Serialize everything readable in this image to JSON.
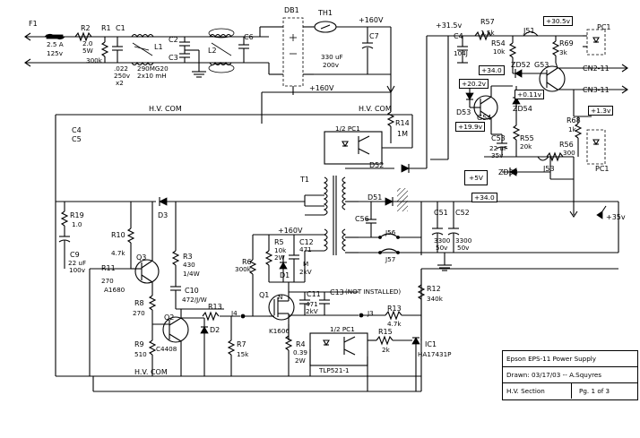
{
  "labels": {
    "f1": "F1",
    "f1_val": "2.5 A",
    "f1_v": "125v",
    "r2": "R2",
    "r2_val": "2.0",
    "r2_w": "5W",
    "r1": "R1",
    "r1_val": "300k",
    "c1": "C1",
    "c1_val": ".022",
    "c1_v": "250v",
    "c1_x": "x2",
    "l1": "L1",
    "l1_val": "290MG20",
    "l1_val2": "2x10 mH",
    "c2": "C2",
    "c3": "C3",
    "l2": "L2",
    "c6": "C6",
    "db1": "DB1",
    "th1": "TH1",
    "c7": "C7",
    "c7_val": "330 uF",
    "c7_v": "200v",
    "v160_top": "+160V",
    "v160_mid": "+160V",
    "v160_sec": "+160V",
    "hvcom_a": "H.V. COM",
    "hvcom_b": "H.V. COM",
    "hvcom_bot": "H.V. COM",
    "c4": "C4",
    "c5": "C5",
    "r14": "R14",
    "r14_val": "1M",
    "pc1_half_a": "1/2  PC1",
    "pc1_half_b": "1/2  PC1",
    "t1": "T1",
    "d52": "D52",
    "d51": "D51",
    "d3": "D3",
    "r19": "R19",
    "r19_val": "1.0",
    "c9": "C9",
    "c9_val": "22 uF",
    "c9_v": "100v",
    "r10": "R10",
    "r10_val": "4.7k",
    "q3": "Q3",
    "q3_part": "A1680",
    "r11": "R11",
    "r11_val": "270",
    "r8": "R8",
    "r8_val": "270",
    "q2": "Q2",
    "q2_part": "C4408",
    "r9": "R9",
    "r9_val": "510",
    "r3": "R3",
    "r3_val": "430",
    "r3_w": "1/4W",
    "c10": "C10",
    "c10_val": "472/J/W",
    "r13_a": "R13",
    "r13_b": "R13",
    "r13_b_val": "4.7k",
    "d2": "D2",
    "r7": "R7",
    "r7_val": "15k",
    "j4": "J4",
    "j3": "J3",
    "r6": "R6",
    "r6_val": "300k",
    "r5": "R5",
    "r5_val": "10k",
    "r5_w": "2W",
    "c12": "C12",
    "c12_val": "471",
    "c12_m": "M",
    "c12_v": "2kV",
    "d1": "D1",
    "q1": "Q1",
    "q1_part": "K1606",
    "q1_n": "N",
    "c11": "C11",
    "c11_val": "471",
    "c11_v": "2kV",
    "c13": "C13",
    "not_installed": "(NOT INSTALLED)",
    "r4": "R4",
    "r4_val": "0.39",
    "r4_w": "2W",
    "tlp": "TLP521-1",
    "r15": "R15",
    "r15_val": "2k",
    "r12": "R12",
    "r12_val": "340k",
    "ic1": "IC1",
    "ic1_part": "HA17431P",
    "c56": "C56",
    "j56": "J56",
    "j57": "J57",
    "c51": "C51",
    "c51_val": "3300",
    "c51_v": "50v",
    "c52": "C52",
    "c52_val": "3300",
    "c52_v": "50v",
    "v31_5": "+31.5v",
    "r57": "R57",
    "r57_val": "1.5k",
    "c4b": "C4",
    "c4b_val": "104J",
    "r54": "R54",
    "r54_val": "10k",
    "j51": "J51",
    "v30_5": "+30.5v",
    "r69": "R69",
    "r69_val": "3k",
    "pc1_r": "PC1",
    "v34_a": "+34.0",
    "v34_b": "+34.0",
    "zd52": "ZD52",
    "g53": "G53",
    "cn2": "CN2-11",
    "cn3": "CN3-11",
    "v20_2": "+20.2v",
    "v0_11": "+0.11v",
    "d53": "D53",
    "g54": "G54",
    "zd54": "ZD54",
    "v19_9": "+19.9v",
    "v1_3": "+1.3v",
    "r68": "R68",
    "r68_val": "1k",
    "c53": "C53",
    "c53_val": "22 uF",
    "c53_v": "35v",
    "r55": "R55",
    "r55_val": "20k",
    "r56": "R56",
    "r56_val": "300",
    "pc1_b": "PC1",
    "j53": "J53",
    "zd53": "ZD53",
    "v5": "+5V",
    "v35": "+35v"
  },
  "title_block": {
    "title": "Epson  EPS-11  Power Supply",
    "drawn": "Drawn: 03/17/03 -- A.Squyres",
    "section": "H.V. Section",
    "page": "Pg. 1 of 3"
  }
}
